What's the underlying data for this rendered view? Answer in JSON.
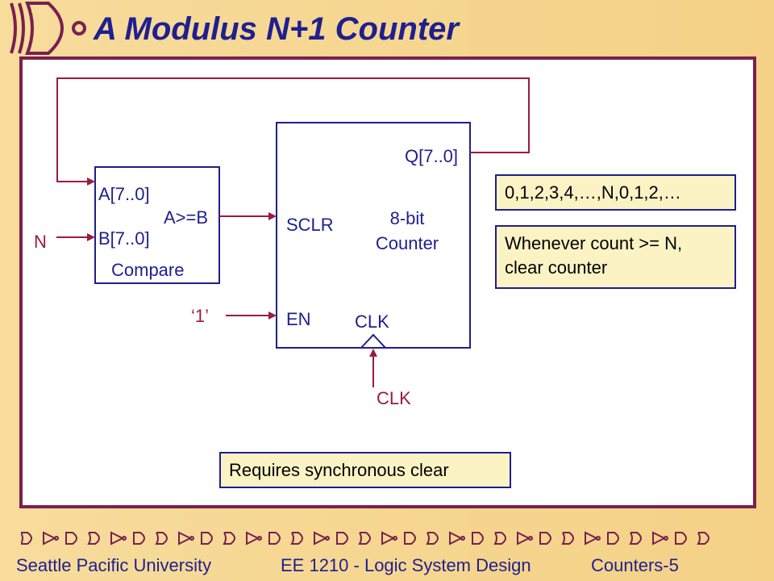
{
  "slide": {
    "title": "A Modulus N+1 Counter",
    "colors": {
      "title": "#1f1f8f",
      "wire": "#9b1b3f",
      "block": "#1f1f8f",
      "border": "#7a2050",
      "note_bg": "#fbf3c4"
    }
  },
  "compare": {
    "label": "Compare",
    "port_a": "A[7..0]",
    "port_b": "B[7..0]",
    "port_out": "A>=B"
  },
  "counter": {
    "label_line1": "8-bit",
    "label_line2": "Counter",
    "port_sclr": "SCLR",
    "port_en": "EN",
    "port_clk": "CLK",
    "port_q": "Q[7..0]"
  },
  "signals": {
    "n_input": "N",
    "one_input": "‘1’",
    "clk_input": "CLK"
  },
  "notes": {
    "sequence": "0,1,2,3,4,…,N,0,1,2,…",
    "clear_line1": "Whenever count >= N,",
    "clear_line2": "clear counter",
    "sync": "Requires synchronous clear"
  },
  "footer": {
    "university": "Seattle  Pacific University",
    "course": "EE 1210 - Logic System Design",
    "slide_id": "Counters-5"
  }
}
